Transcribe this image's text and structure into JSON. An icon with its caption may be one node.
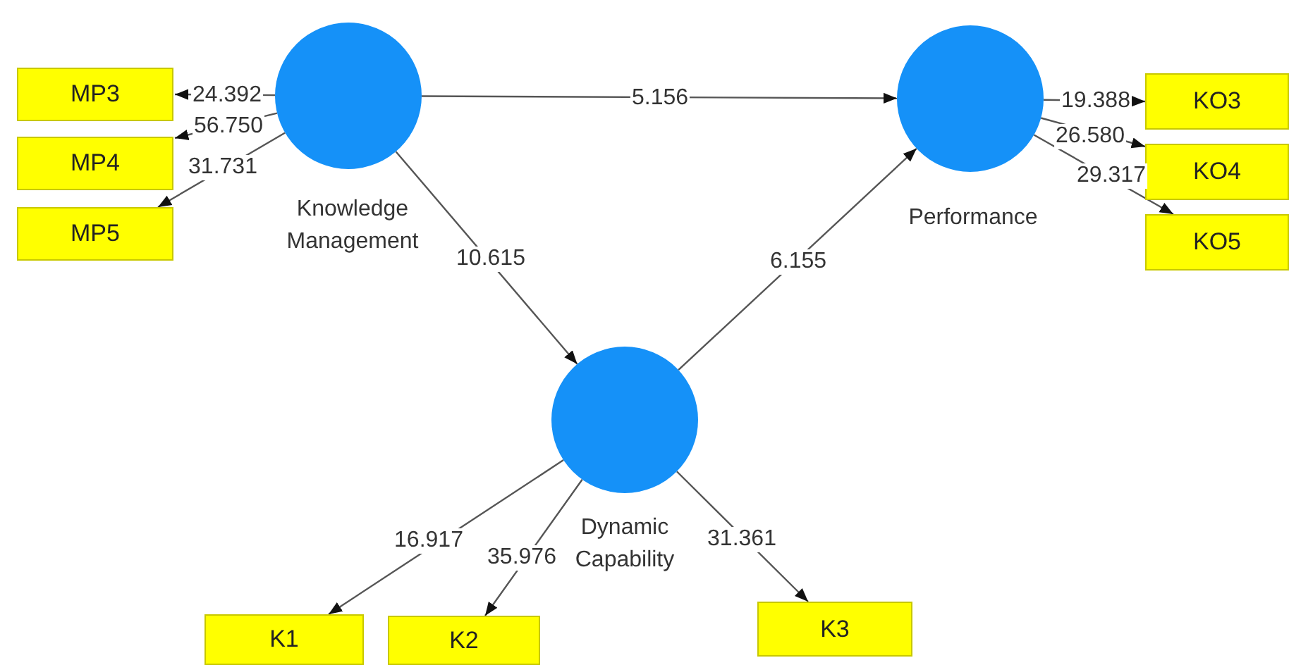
{
  "diagram": {
    "nodes": [
      {
        "text": [
          "Knowledge Management"
        ]
      },
      {
        "text": [
          "Performance"
        ]
      },
      {
        "text": [
          "Dynamic Capability"
        ]
      },
      {
        "text": [
          "MP3"
        ]
      },
      {
        "text": [
          "MP4"
        ]
      },
      {
        "text": [
          "MP5"
        ]
      },
      {
        "text": [
          "KO3"
        ]
      },
      {
        "text": [
          "KO4"
        ]
      },
      {
        "text": [
          "KO5"
        ]
      },
      {
        "text": [
          "K1"
        ]
      },
      {
        "text": [
          "K2"
        ]
      },
      {
        "text": [
          "K3"
        ]
      }
    ],
    "edges": [
      {
        "from": 0,
        "to": 3,
        "arrow": "to",
        "label": "24.392"
      },
      {
        "from": 0,
        "to": 4,
        "arrow": "to",
        "label": "56.750"
      },
      {
        "from": 0,
        "to": 5,
        "arrow": "to",
        "label": "31.731"
      },
      {
        "from": 0,
        "to": 1,
        "arrow": "to",
        "label": "5.156"
      },
      {
        "from": 0,
        "to": 2,
        "arrow": "to",
        "label": "10.615"
      },
      {
        "from": 2,
        "to": 1,
        "arrow": "to",
        "label": "6.155"
      },
      {
        "from": 1,
        "to": 6,
        "arrow": "to",
        "label": "19.388"
      },
      {
        "from": 1,
        "to": 7,
        "arrow": "to",
        "label": "26.580"
      },
      {
        "from": 1,
        "to": 8,
        "arrow": "to",
        "label": "29.317"
      },
      {
        "from": 2,
        "to": 9,
        "arrow": "to",
        "label": "16.917"
      },
      {
        "from": 2,
        "to": 10,
        "arrow": "to",
        "label": "35.976"
      },
      {
        "from": 2,
        "to": 11,
        "arrow": "to",
        "label": "31.361"
      }
    ]
  }
}
